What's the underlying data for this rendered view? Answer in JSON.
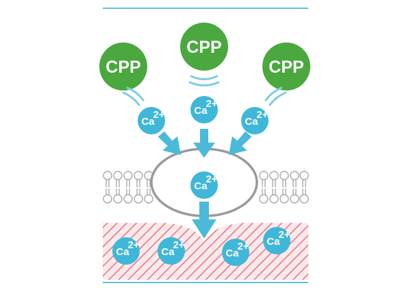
{
  "diagram": {
    "cpp_label": "CPP",
    "calcium_label": "Ca",
    "calcium_charge": "2+",
    "colors": {
      "cpp_green": "#4aa83f",
      "calcium_blue": "#3fb7d8",
      "arrow_blue": "#4bbad9",
      "rule_blue": "#5cc3dc",
      "vesicle_gray": "#9a9a9a",
      "membrane_gray": "#a9a9a9",
      "hatch_red": "#e57a86",
      "hatch_bg": "#fbe9eb"
    }
  }
}
